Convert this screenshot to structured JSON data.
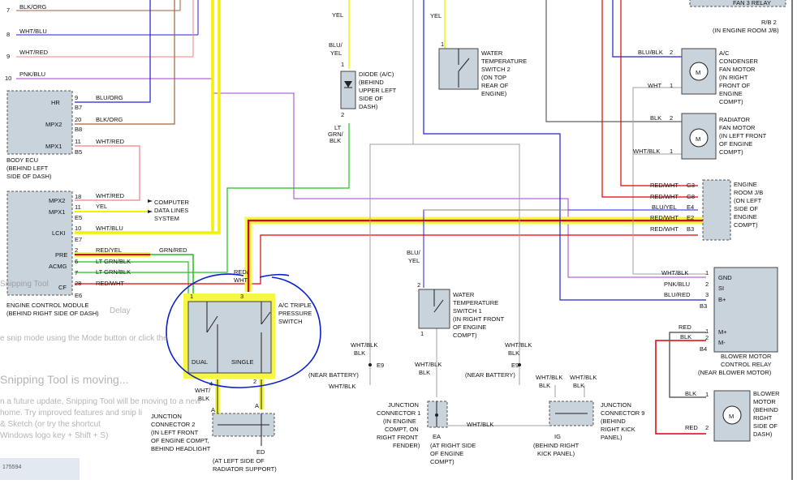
{
  "colors": {
    "yellow": "#f2f200",
    "red": "#e00000",
    "blue": "#2020d0",
    "green": "#20c020",
    "purple": "#a040d0",
    "pink": "#f08080",
    "brown": "#a06040",
    "gray": "#a0a0a0",
    "dkgray": "#606060",
    "highlight": "#f6f645",
    "annotation": "#0a1fd0"
  },
  "top_left": {
    "pins": [
      "7",
      "8",
      "9",
      "10"
    ],
    "wires": [
      "BLK/ORG",
      "WHT/BLU",
      "WHT/RED",
      "PNK/BLU"
    ]
  },
  "body_ecu": {
    "name": "BODY ECU",
    "loc1": "(BEHIND LEFT",
    "loc2": "SIDE OF DASH)",
    "pins": [
      {
        "label": "HR",
        "conn": "B7",
        "num": "9",
        "wire": "BLU/ORG"
      },
      {
        "label": "MPX2",
        "conn": "B8",
        "num": "20",
        "wire": "BLK/ORG"
      },
      {
        "label": "MPX1",
        "conn": "B5",
        "num": "11",
        "wire": "WHT/RED"
      }
    ]
  },
  "ecm": {
    "name": "ENGINE CONTROL MODULE",
    "loc": "(BEHIND RIGHT SIDE OF DASH)",
    "pins": [
      {
        "label": "MPX2",
        "num": "18",
        "wire": "WHT/RED"
      },
      {
        "label": "MPX1",
        "num": "11",
        "wire": "YEL"
      },
      {
        "label": "",
        "num": "E5",
        "wire": ""
      },
      {
        "label": "LCKI",
        "num": "10",
        "wire": "WHT/BLU"
      },
      {
        "label": "",
        "num": "E7",
        "wire": ""
      },
      {
        "label": "PRE",
        "num": "2",
        "wire": "RED/YEL"
      },
      {
        "label": "ACMG",
        "num": "6",
        "wire": "LT GRN/BLK"
      },
      {
        "label": "",
        "num": "7",
        "wire": "LT GRN/BLK"
      },
      {
        "label": "CF",
        "num": "28",
        "wire": "RED/WHT"
      },
      {
        "label": "",
        "num": "E6",
        "wire": ""
      }
    ],
    "grn_red": "GRN/RED"
  },
  "data_lines": [
    "COMPUTER",
    "DATA LINES",
    "SYSTEM"
  ],
  "diode": {
    "wire_top": "YEL",
    "wire_mid1": "BLU/",
    "wire_mid2": "YEL",
    "pin1": "1",
    "pin2": "2",
    "label": [
      "DIODE (A/C)",
      "(BEHIND",
      "UPPER LEFT",
      "SIDE OF",
      "DASH)"
    ],
    "wire_bot": [
      "LT",
      "GRN/",
      "BLK"
    ]
  },
  "ac_switch": {
    "title": [
      "A/C TRIPLE",
      "PRESSURE",
      "SWITCH"
    ],
    "dual": "DUAL",
    "single": "SINGLE",
    "pins": [
      "1",
      "3",
      "4",
      "2"
    ],
    "wires": [
      "RED/",
      "WHT"
    ]
  },
  "junction2": {
    "label": [
      "JUNCTION",
      "CONNECTOR 2",
      "(IN LEFT FRONT",
      "OF ENGINE COMPT,",
      "BEHIND HEADLIGHT"
    ],
    "wire": [
      "WHT/",
      "BLK"
    ],
    "pins": [
      "A",
      "A"
    ],
    "ground": "ED",
    "ground_loc": [
      "(AT LEFT SIDE OF",
      "RADIATOR SUPPORT)"
    ]
  },
  "near_battery": [
    "(NEAR BATTERY)",
    "(NEAR BATTERY)"
  ],
  "e9": [
    "E9",
    "E9"
  ],
  "wht_blk": "WHT/BLK",
  "wts2": {
    "label": [
      "WATER",
      "TEMPERATURE",
      "SWITCH 2",
      "(ON TOP",
      "REAR OF",
      "ENGINE)"
    ],
    "wire": "YEL",
    "pin": "1"
  },
  "wts1": {
    "label": [
      "WATER",
      "TEMPERATURE",
      "SWITCH 1",
      "(IN RIGHT FRONT",
      "OF ENGINE",
      "COMPT)"
    ],
    "wire": [
      "BLU/",
      "YEL"
    ],
    "pins": [
      "2",
      "1"
    ]
  },
  "junction1": {
    "label": [
      "JUNCTION",
      "CONNECTOR 1",
      "(IN ENGINE",
      "COMPT, ON",
      "RIGHT FRONT",
      "FENDER)"
    ],
    "ground": "EA",
    "ground_loc": [
      "(AT RIGHT SIDE",
      "OF ENGINE",
      "COMPT)"
    ],
    "wire": "WHT/BLK"
  },
  "junction9": {
    "label": [
      "JUNCTION",
      "CONNECTOR 9",
      "(BEHIND",
      "RIGHT KICK",
      "PANEL)"
    ],
    "ground": "IG",
    "ground_loc": [
      "(BEHIND RIGHT",
      "KICK PANEL)"
    ]
  },
  "fan_relay": {
    "label": "FAN 3 RELAY",
    "rb": "R/B 2",
    "rb_loc": "(IN ENGINE ROOM J/B)"
  },
  "condenser_fan": {
    "label": [
      "A/C",
      "CONDENSER",
      "FAN MOTOR",
      "(IN RIGHT",
      "FRONT OF",
      "ENGINE",
      "COMPT)"
    ],
    "wires": [
      "BLU/BLK",
      "WHT"
    ],
    "pins": [
      "2",
      "1"
    ]
  },
  "radiator_fan": {
    "label": [
      "RADIATOR",
      "FAN MOTOR",
      "(IN LEFT FRONT",
      "OF ENGINE",
      "COMPT)"
    ],
    "wires": [
      "BLK",
      "WHT/BLK"
    ],
    "pins": [
      "2",
      "1"
    ]
  },
  "engine_room_jb": {
    "label": [
      "ENGINE",
      "ROOM J/B",
      "(ON LEFT",
      "SIDE OF",
      "ENGINE",
      "COMPT)"
    ],
    "rows": [
      {
        "wire": "RED/WHT",
        "pin": "G3"
      },
      {
        "wire": "RED/WHT",
        "pin": "G8"
      },
      {
        "wire": "BLU/YEL",
        "pin": "E4"
      },
      {
        "wire": "RED/WHT",
        "pin": "E2"
      },
      {
        "wire": "RED/WHT",
        "pin": "B3"
      }
    ]
  },
  "blower_relay": {
    "label": [
      "BLOWER MOTOR",
      "CONTROL RELAY",
      "(NEAR BLOWER MOTOR)"
    ],
    "pins": [
      {
        "wire": "WHT/BLK",
        "num": "1",
        "label": "GND"
      },
      {
        "wire": "PNK/BLU",
        "num": "2",
        "label": "SI"
      },
      {
        "wire": "BLU/RED",
        "num": "3",
        "label": "B+"
      }
    ],
    "conn": "B3",
    "conn2": "B4",
    "pins2": [
      {
        "wire": "RED",
        "num": "1",
        "label": "M+"
      },
      {
        "wire": "BLK",
        "num": "2",
        "label": "M-"
      }
    ]
  },
  "blower_motor": {
    "label": [
      "BLOWER",
      "MOTOR",
      "(BEHIND",
      "RIGHT",
      "SIDE OF",
      "DASH)"
    ],
    "pins": [
      {
        "wire": "BLK",
        "num": "1"
      },
      {
        "wire": "RED",
        "num": "2"
      }
    ]
  },
  "motor_symbol": "M",
  "overlay": {
    "snipping_tool": "Snipping Tool",
    "delay": "Delay",
    "snip_mode": "e snip mode using the Mode button or click the",
    "moving": "Snipping Tool is moving...",
    "future": "n a future update, Snipping Tool will be moving to a new",
    "home": "home. Try improved features and snip li",
    "sketch": "& Sketch (or try the shortcut",
    "windows": "Windows logo key + Shift + S)"
  },
  "footer_id": "175594"
}
